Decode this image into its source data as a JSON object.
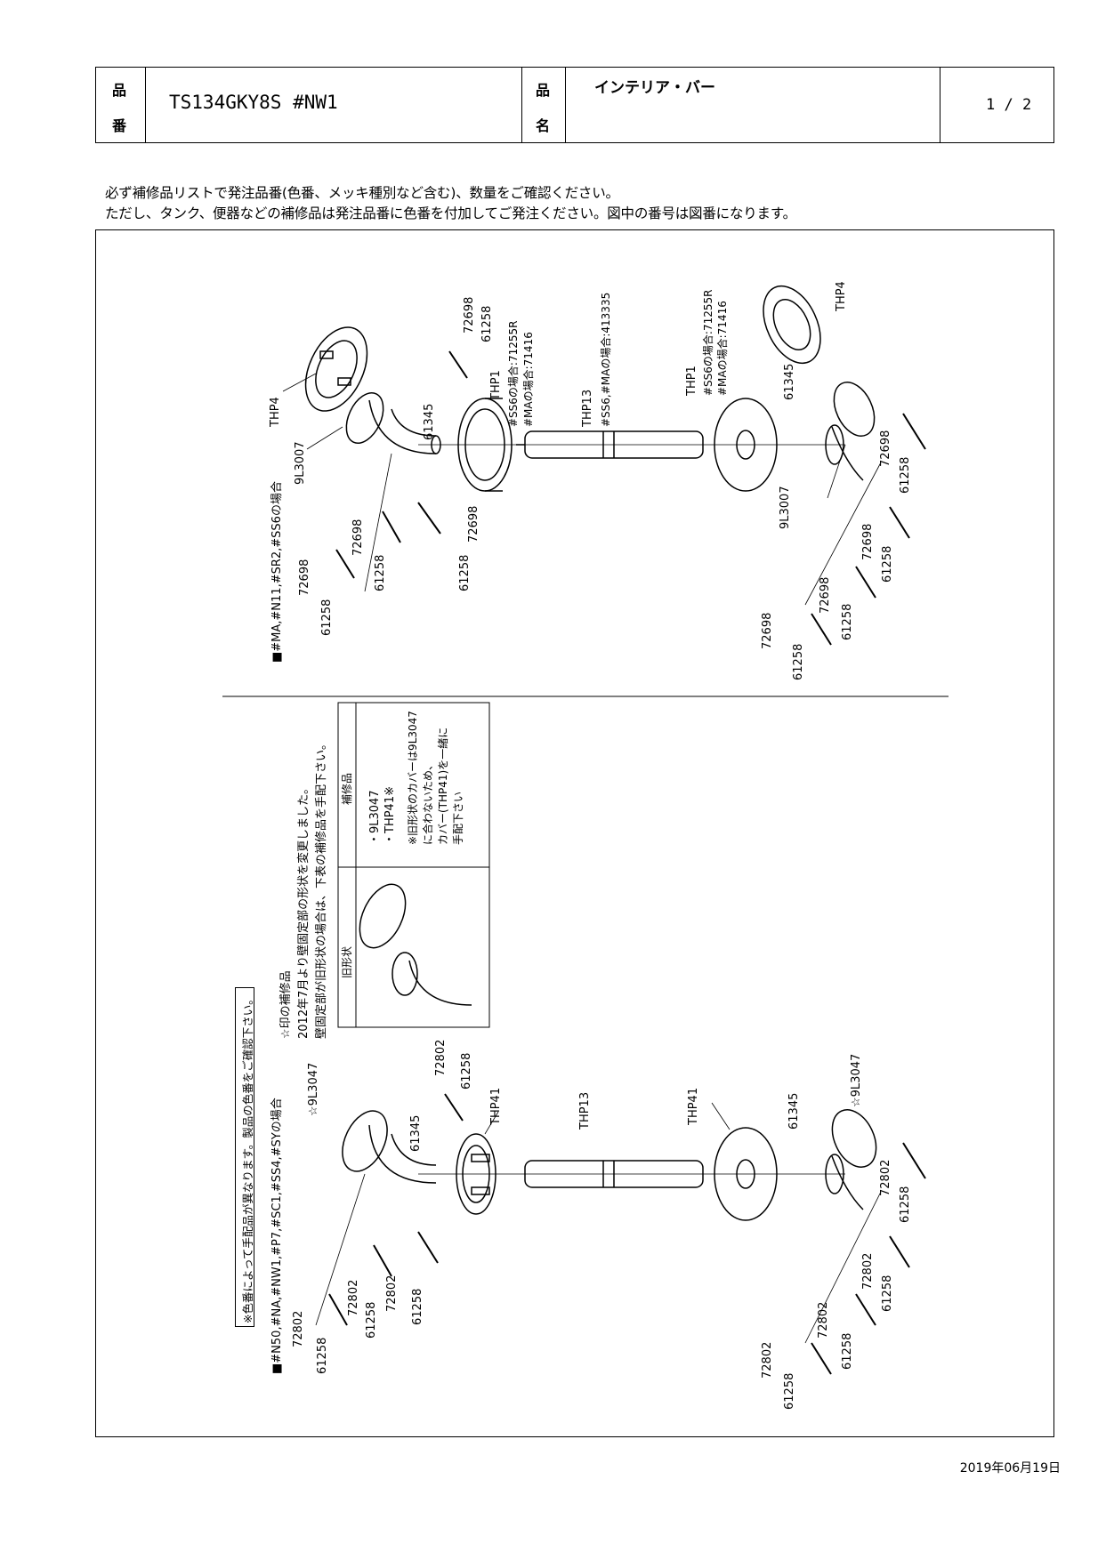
{
  "header": {
    "hin_top": "品",
    "hin_bottom": "番",
    "product_code": "TS134GKY8S #NW1",
    "mei_top": "品",
    "mei_bottom": "名",
    "product_name": "インテリア・バー",
    "page": "1 / 2"
  },
  "notice": {
    "line1": "必ず補修品リストで発注品番(色番、メッキ種別など含む)、数量をご確認ください。",
    "line2": "ただし、タンク、便器などの補修品は発注品番に色番を付加してご発注ください。図中の番号は図番になります。"
  },
  "upper": {
    "variant": "■#MA,#N11,#SR2,#SS6の場合",
    "labels": {
      "thp4": "THP4",
      "l9l3007": "9L3007",
      "p61345": "61345",
      "p72698": "72698",
      "p61258": "61258",
      "thp1": "THP1",
      "thp1_ss6": "#SS6の場合:71255R",
      "thp1_ma": "#MAの場合:71416",
      "thp13": "THP13",
      "thp13_note": "#SS6,#MAの場合:413335"
    }
  },
  "lower": {
    "variant": "■#N50,#NA,#NW1,#P7,#SC1,#SS4,#SYの場合",
    "color_note": "※色番によって手配品が異なります。製品の色番をご確認下さい。",
    "labels": {
      "l9l3047": "☆9L3047",
      "p72802": "72802",
      "p61258": "61258",
      "p61345": "61345",
      "thp41": "THP41",
      "thp13": "THP13"
    },
    "change_note": {
      "l1": "☆印の補修品",
      "l2": "2012年7月より壁固定部の形状を変更しました。",
      "l3": "壁固定部が旧形状の場合は、下表の補修品を手配下さい。"
    },
    "table": {
      "col1": "旧形状",
      "col2": "補修品",
      "item1": "・9L3047",
      "item2": "・THP41※",
      "note1": "※旧形状のカバーは9L3047",
      "note2": "に合わないため、",
      "note3": "カバー(THP41)を一緒に",
      "note4": "手配下さい"
    }
  },
  "date": "2019年06月19日"
}
